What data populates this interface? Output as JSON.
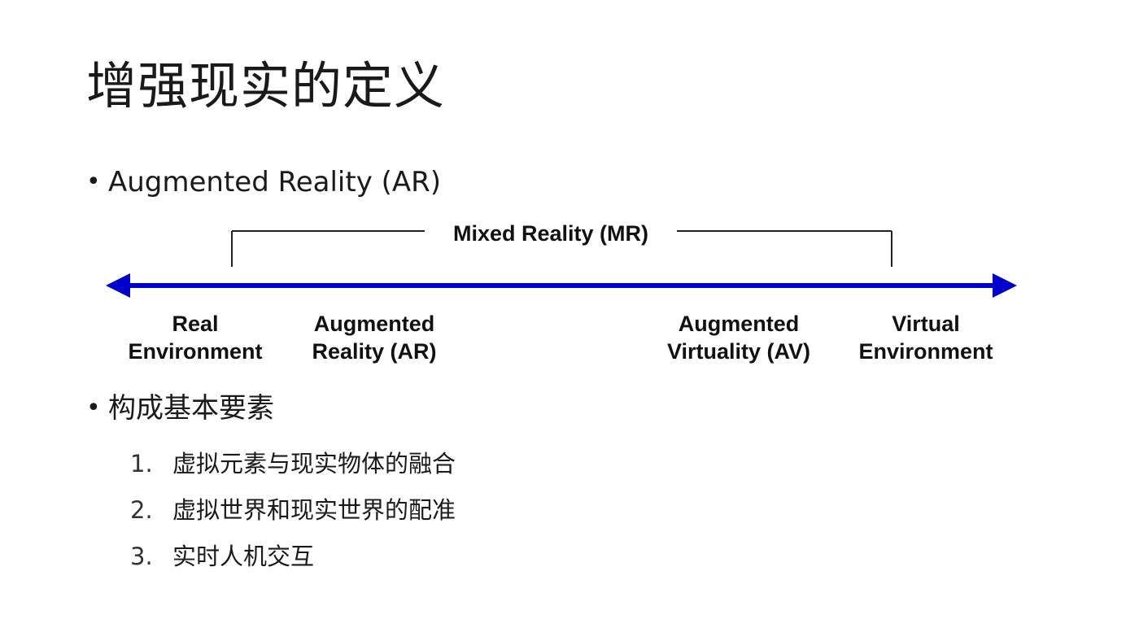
{
  "slide": {
    "title": "增强现实的定义",
    "bullet_ar": "Augmented Reality  (AR)",
    "bullet_elements": "构成基本要素",
    "list": [
      {
        "num": "1.",
        "text": "虚拟元素与现实物体的融合"
      },
      {
        "num": "2.",
        "text": "虚拟世界和现实世界的配准"
      },
      {
        "num": "3.",
        "text": "实时人机交互"
      }
    ]
  },
  "diagram": {
    "bracket_label": "Mixed Reality (MR)",
    "axis_color": "#0000cc",
    "labels": [
      {
        "line1": "Real",
        "line2": "Environment"
      },
      {
        "line1": "Augmented",
        "line2": "Reality (AR)"
      },
      {
        "line1": "Augmented",
        "line2": "Virtuality (AV)"
      },
      {
        "line1": "Virtual",
        "line2": "Environment"
      }
    ]
  }
}
